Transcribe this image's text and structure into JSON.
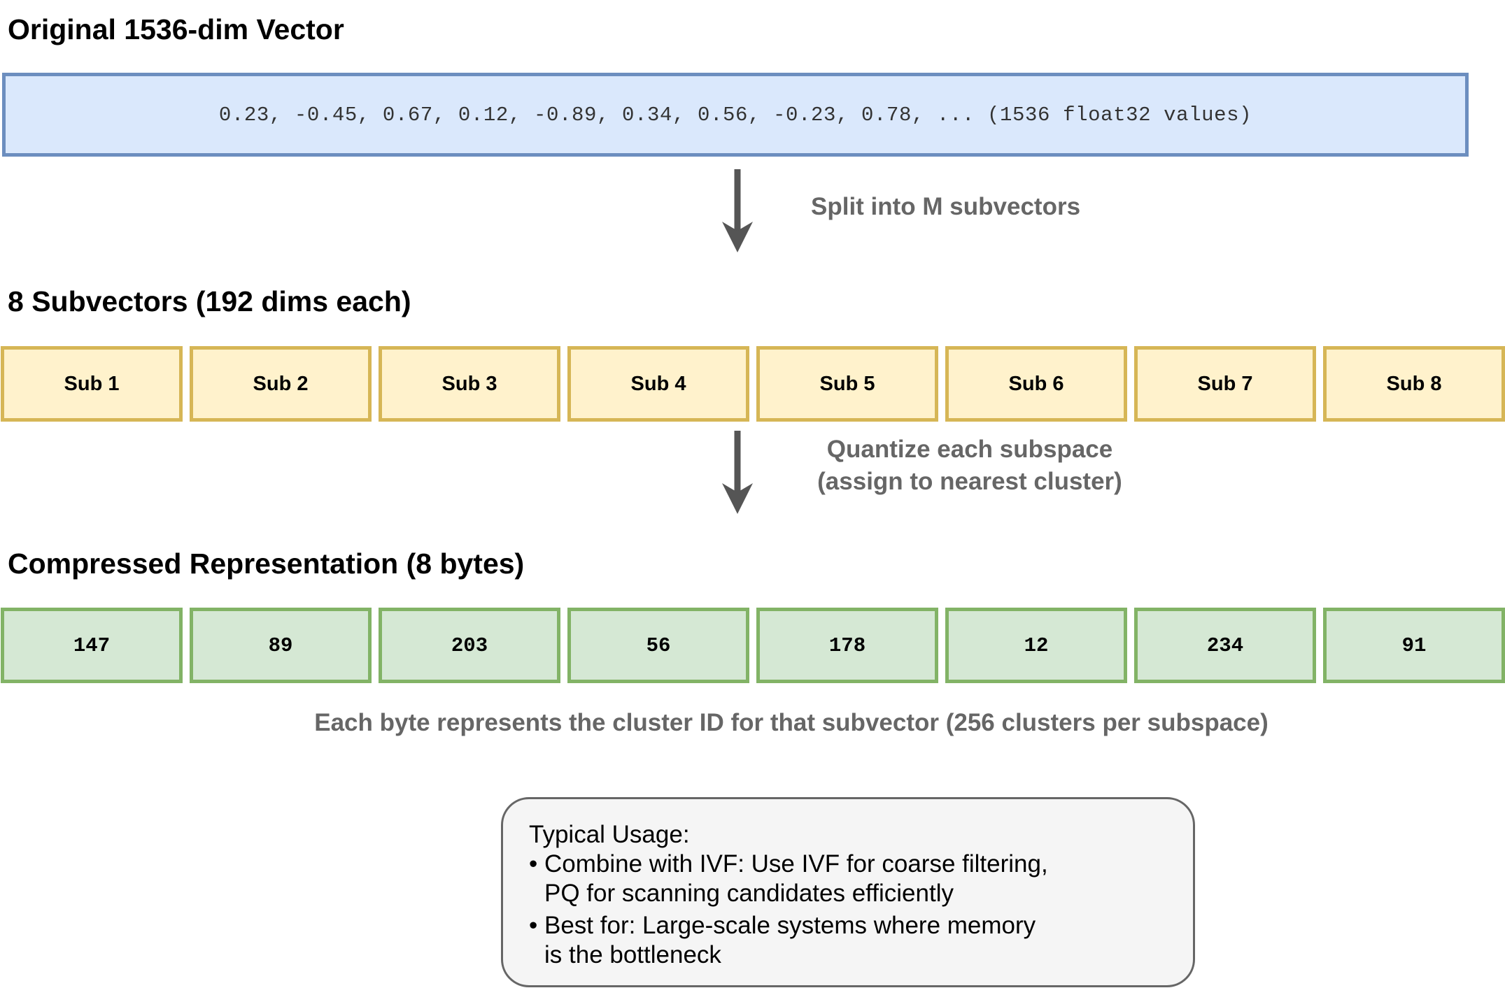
{
  "sections": {
    "original_title": "Original 1536-dim Vector",
    "subvectors_title": "8 Subvectors (192 dims each)",
    "compressed_title": "Compressed Representation (8 bytes)"
  },
  "original_vector": {
    "text": "0.23, -0.45, 0.67, 0.12, -0.89, 0.34, 0.56, -0.23, 0.78, ... (1536 float32 values)"
  },
  "steps": {
    "split_label": "Split into M subvectors",
    "quantize_label_line1": "Quantize each subspace",
    "quantize_label_line2": "(assign to nearest cluster)"
  },
  "subvectors": [
    "Sub 1",
    "Sub 2",
    "Sub 3",
    "Sub 4",
    "Sub 5",
    "Sub 6",
    "Sub 7",
    "Sub 8"
  ],
  "codes": [
    "147",
    "89",
    "203",
    "56",
    "178",
    "12",
    "234",
    "91"
  ],
  "caption": "Each byte represents the cluster ID for that subvector (256 clusters per subspace)",
  "usage": {
    "title": "Typical Usage:",
    "items": [
      {
        "bullet": "•",
        "line1": "Combine with IVF: Use IVF for coarse filtering,",
        "line2": "PQ for scanning candidates efficiently"
      },
      {
        "bullet": "•",
        "line1": "Best for: Large-scale systems where memory",
        "line2": "is the bottleneck"
      }
    ]
  },
  "colors": {
    "vector_fill": "#dae8fc",
    "vector_stroke": "#6c8ebf",
    "sub_fill": "#fff2cc",
    "sub_stroke": "#d6b656",
    "code_fill": "#d5e8d4",
    "code_stroke": "#82b366",
    "arrow": "#555555",
    "label_gray": "#666666"
  }
}
